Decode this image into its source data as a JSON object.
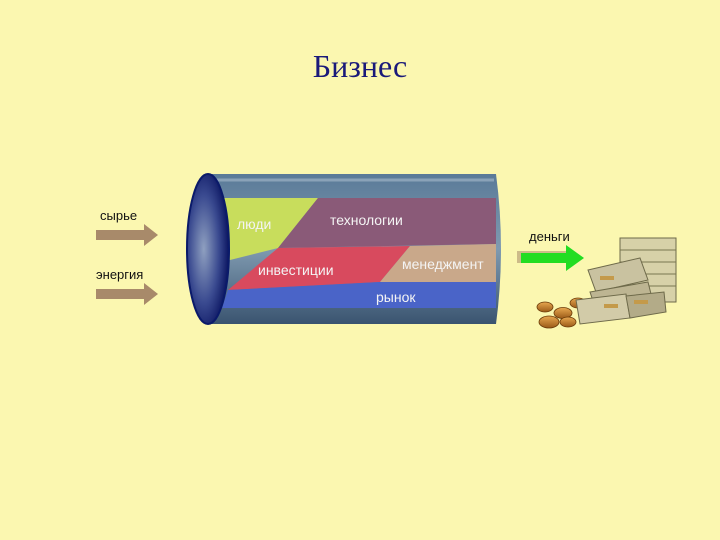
{
  "slide": {
    "title": "Бизнес"
  },
  "inputs": [
    {
      "label": "сырье"
    },
    {
      "label": "энергия"
    }
  ],
  "pipe_segments": [
    {
      "label": "люди",
      "color": "#c8dd5c"
    },
    {
      "label": "технологии",
      "color": "#8a5a78"
    },
    {
      "label": "инвестиции",
      "color": "#d84a5e"
    },
    {
      "label": "менеджмент",
      "color": "#c9a88a"
    },
    {
      "label": "рынок",
      "color": "#4a64c8"
    }
  ],
  "output": {
    "label": "деньги",
    "arrow_color": "#22dd22"
  },
  "colors": {
    "background": "#fbf7b0",
    "input_arrow": "#a88a6a",
    "pipe_base": "#4a6a8a",
    "pipe_end": "#0a1a6a"
  },
  "icons": [
    "coins-icon",
    "money-stacks-icon"
  ]
}
